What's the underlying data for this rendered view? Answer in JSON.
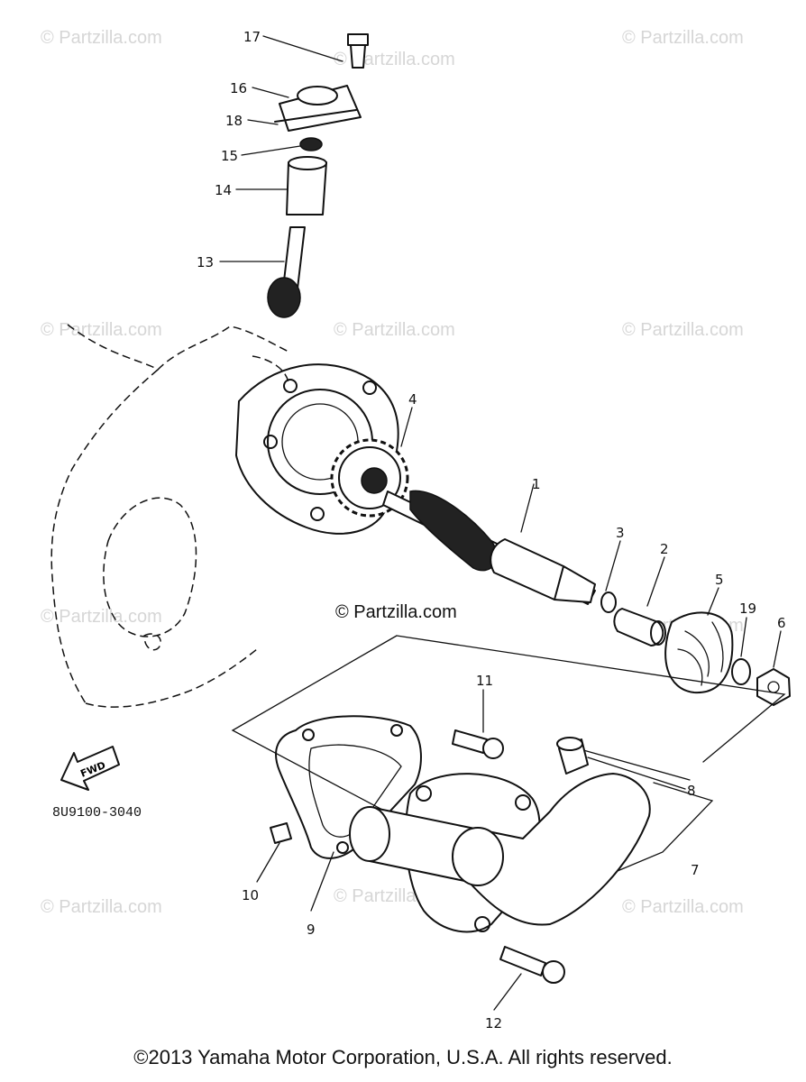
{
  "watermarks": {
    "tl": "© Partzilla.com",
    "tc": "© Partzilla.com",
    "tr": "© Partzilla.com",
    "ml": "© Partzilla.com",
    "mc": "© Partzilla.com",
    "mr": "© Partzilla.com",
    "center": "© Partzilla.com",
    "ll": "© Partzilla.com",
    "lc": "© Partzilla.com",
    "lr": "© Partzilla.com",
    "bl": "© Partzilla.com",
    "bc": "© Partzilla.com",
    "br": "© Partzilla.com"
  },
  "callouts": {
    "c1": "1",
    "c2": "2",
    "c3": "3",
    "c4": "4",
    "c5": "5",
    "c6": "6",
    "c7": "7",
    "c8": "8",
    "c9": "9",
    "c10": "10",
    "c11": "11",
    "c12": "12",
    "c13": "13",
    "c14": "14",
    "c15": "15",
    "c16": "16",
    "c17": "17",
    "c18": "18",
    "c19": "19"
  },
  "fwd_label": "FWD",
  "diagram_code": "8U9100-3040",
  "copyright": "©2013 Yamaha Motor Corporation, U.S.A. All rights reserved."
}
